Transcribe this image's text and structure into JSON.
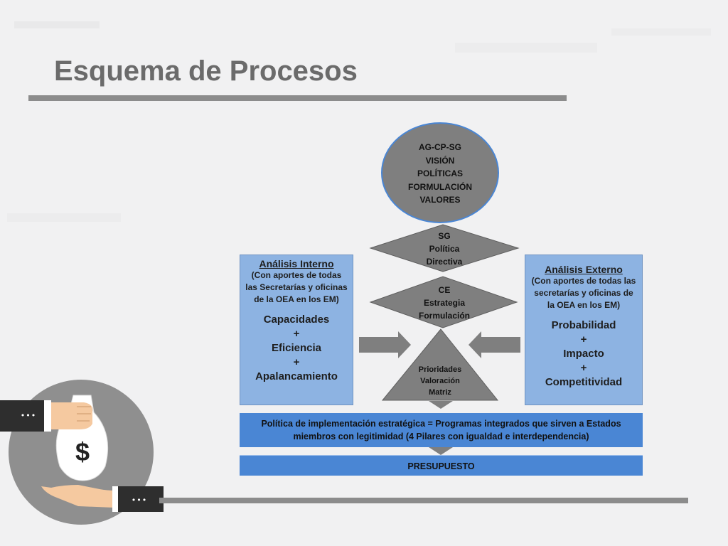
{
  "slide": {
    "title": "Esquema de Procesos"
  },
  "oval": {
    "lines": [
      "AG-CP-SG",
      "VISIÓN",
      "POLÍTICAS",
      "FORMULACIÓN",
      "VALORES"
    ]
  },
  "diamond_sg": {
    "lines": [
      "SG",
      "Política",
      "Directiva"
    ]
  },
  "diamond_ce": {
    "lines": [
      "CE",
      "Estrategia",
      "Formulación"
    ]
  },
  "triangle": {
    "lines": [
      "Prioridades",
      "Valoración",
      "Matriz"
    ]
  },
  "analisis_interno": {
    "heading": "Análisis Interno",
    "note": "(Con aportes de todas las Secretarías y oficinas de la OEA en los EM)",
    "items": [
      "Capacidades",
      "+",
      "Eficiencia",
      "+",
      "Apalancamiento"
    ]
  },
  "analisis_externo": {
    "heading": "Análisis Externo",
    "note": "(Con aportes de todas las secretarías y oficinas de la OEA en los EM)",
    "items": [
      "Probabilidad",
      "+",
      "Impacto",
      "+",
      "Competitividad"
    ]
  },
  "politica_bar": {
    "text": "Política de implementación estratégica = Programas integrados que sirven a Estados miembros con legitimidad (4 Pilares con igualdad e interdependencia)"
  },
  "presupuesto_bar": {
    "text": "PRESUPUESTO"
  },
  "illustration": {
    "money_symbol": "$",
    "upper_sleeve_dots": "•••",
    "lower_sleeve_dots": "•••"
  },
  "colors": {
    "box_fill": "#8db3e2",
    "bar_fill": "#4a86d4",
    "shape_fill": "#7f7f7f",
    "oval_stroke": "#4a86d4",
    "rule": "#8c8c8c"
  }
}
